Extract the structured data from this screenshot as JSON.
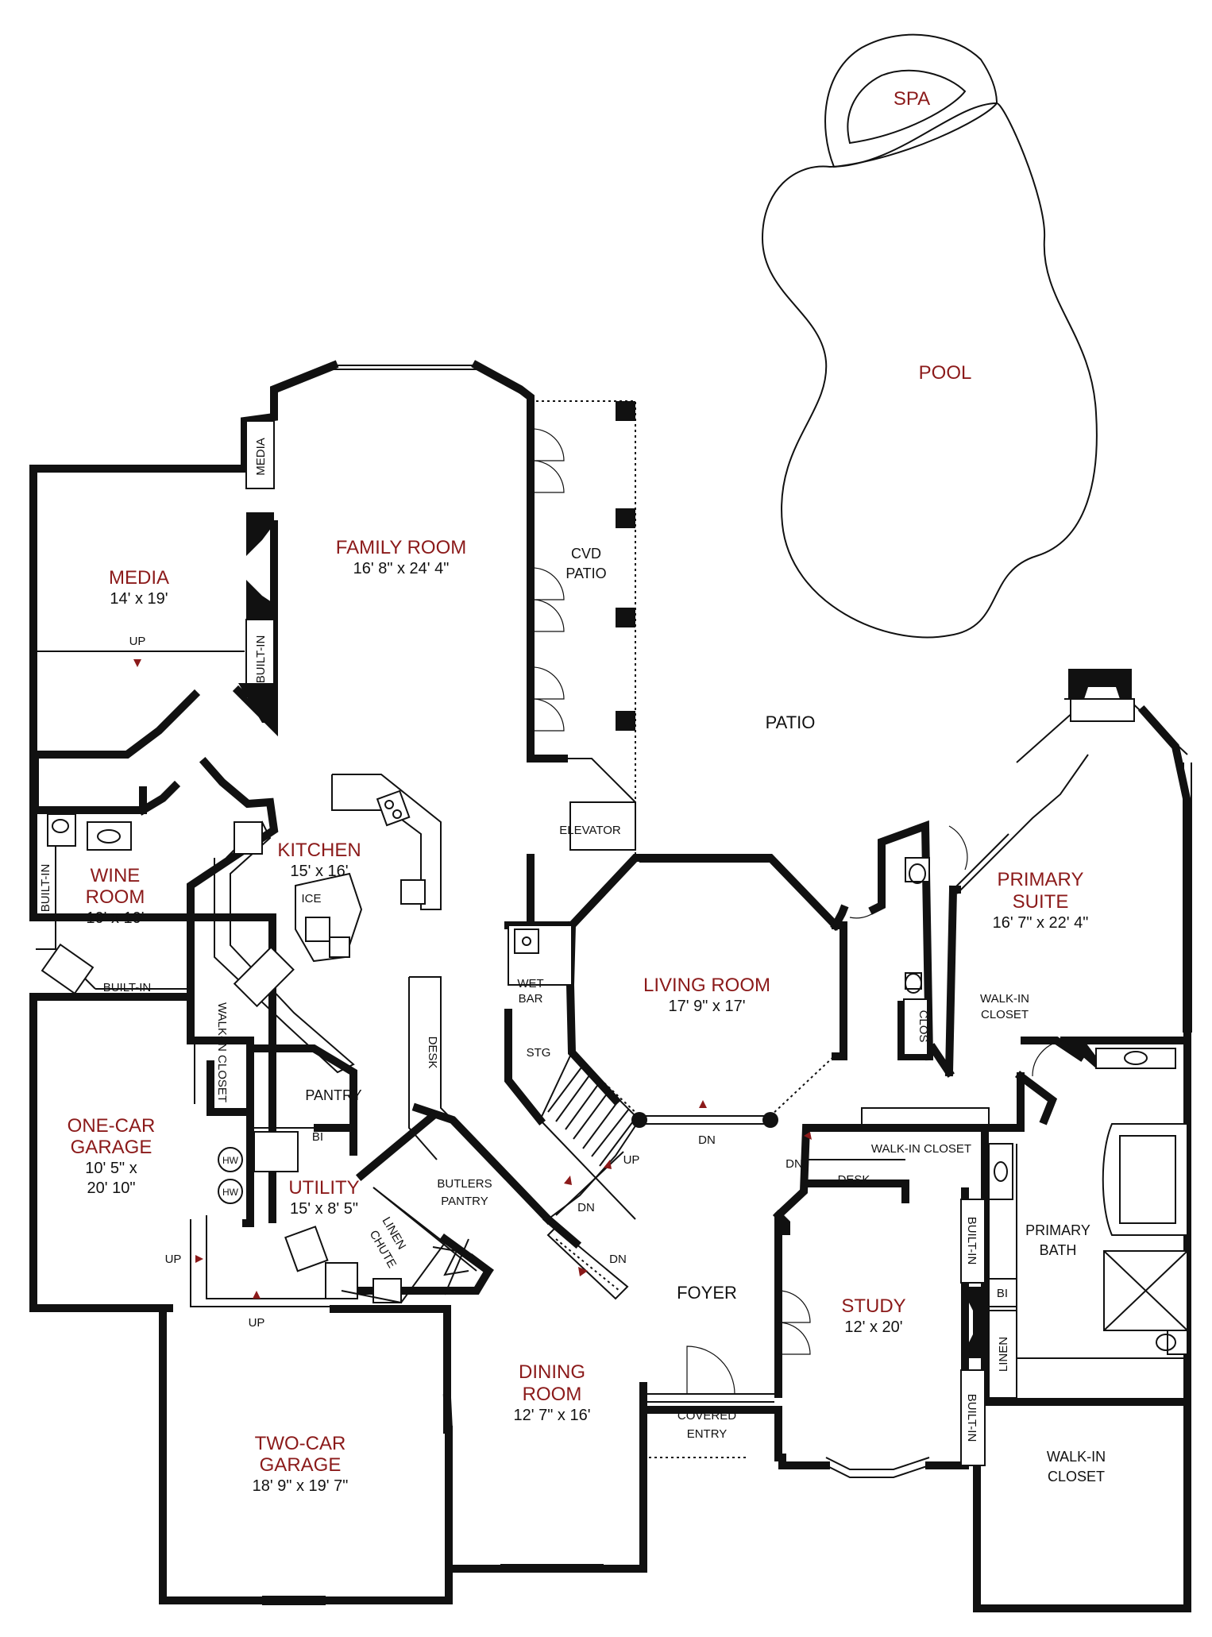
{
  "rooms": {
    "spa": "SPA",
    "pool": "POOL",
    "patio": "PATIO",
    "cvd_patio": [
      "CVD",
      "PATIO"
    ],
    "family_room": {
      "name": "FAMILY ROOM",
      "dim": "16' 8\" x 24' 4\""
    },
    "media": {
      "name": "MEDIA",
      "dim": "14' x 19'"
    },
    "kitchen": {
      "name": "KITCHEN",
      "dim": "15' x 16'"
    },
    "wine_room": {
      "name": [
        "WINE",
        "ROOM"
      ],
      "dim": "10' x 10'"
    },
    "living_room": {
      "name": "LIVING ROOM",
      "dim": "17' 9\" x 17'"
    },
    "primary_suite": {
      "name": [
        "PRIMARY",
        "SUITE"
      ],
      "dim": "16' 7\" x 22' 4\""
    },
    "one_car_garage": {
      "name": [
        "ONE-CAR",
        "GARAGE"
      ],
      "dim": [
        "10' 5\" x",
        "20' 10\""
      ]
    },
    "utility": {
      "name": "UTILITY",
      "dim": "15' x 8' 5\""
    },
    "study": {
      "name": "STUDY",
      "dim": "12' x 20'"
    },
    "dining_room": {
      "name": [
        "DINING",
        "ROOM"
      ],
      "dim": "12' 7\" x 16'"
    },
    "two_car_garage": {
      "name": [
        "TWO-CAR",
        "GARAGE"
      ],
      "dim": "18' 9\" x 19' 7\""
    }
  },
  "labels": {
    "media_niche": "MEDIA",
    "built_in": "BUILT-IN",
    "up": "UP",
    "dn": "DN",
    "ice": "ICE",
    "elevator": "ELEVATOR",
    "wet_bar": [
      "WET",
      "BAR"
    ],
    "stg": "STG",
    "desk": "DESK",
    "walk_in_closet": "WALK-IN CLOSET",
    "walk_in_closet_2": [
      "WALK-IN",
      "CLOSET"
    ],
    "pantry": "PANTRY",
    "bi": "BI",
    "hw": "HW",
    "butlers_pantry": [
      "BUTLERS",
      "PANTRY"
    ],
    "linen_chute": [
      "LINEN",
      "CHUTE"
    ],
    "foyer": "FOYER",
    "covered_entry": [
      "COVERED",
      "ENTRY"
    ],
    "clos": "CLOS",
    "primary_bath": [
      "PRIMARY",
      "BATH"
    ],
    "linen": "LINEN"
  },
  "colors": {
    "room_name": "#8b1a1a",
    "wall": "#111111",
    "arrow": "#8b1a1a"
  }
}
